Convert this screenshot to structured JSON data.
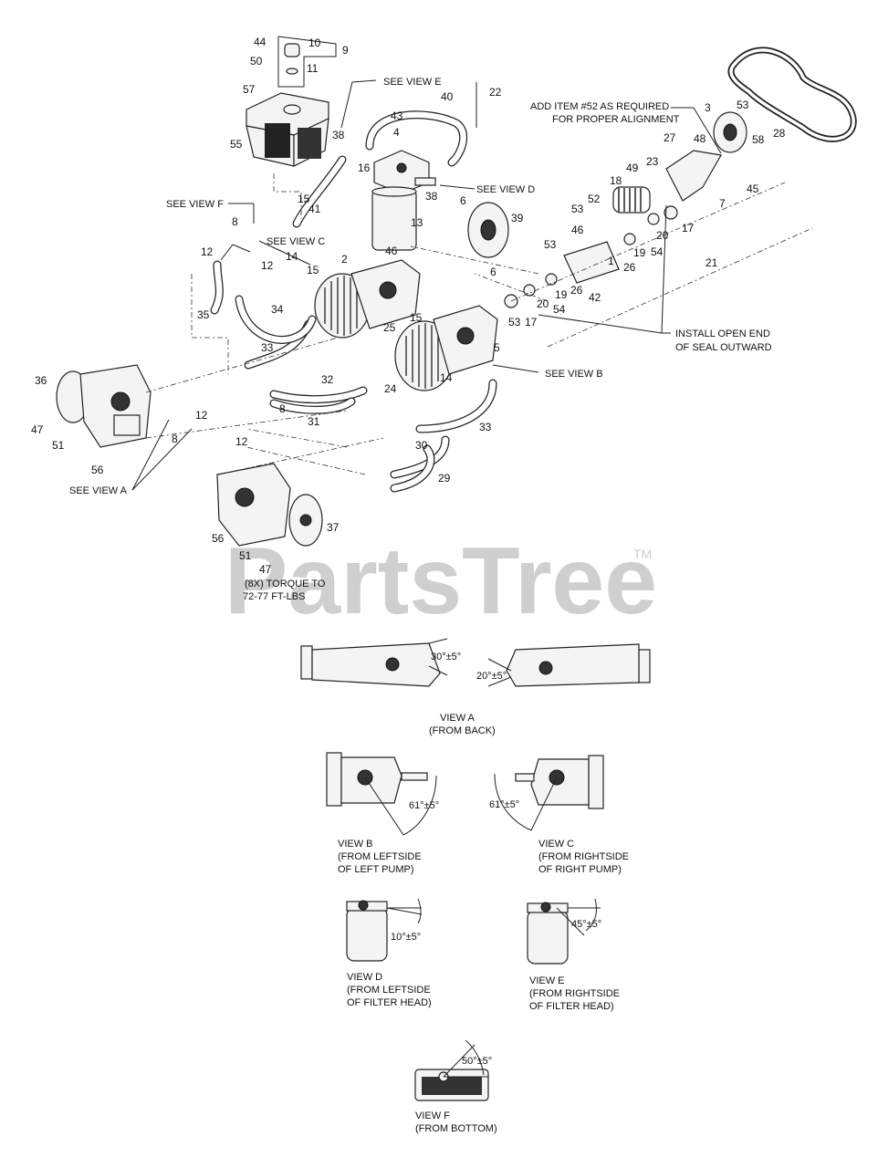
{
  "watermark": {
    "text": "PartsTree",
    "tm": "TM"
  },
  "callouts": [
    {
      "id": "c44",
      "label": "44"
    },
    {
      "id": "c10",
      "label": "10"
    },
    {
      "id": "c9",
      "label": "9"
    },
    {
      "id": "c50",
      "label": "50"
    },
    {
      "id": "c11",
      "label": "11"
    },
    {
      "id": "c57",
      "label": "57"
    },
    {
      "id": "c55",
      "label": "55"
    },
    {
      "id": "c15a",
      "label": "15"
    },
    {
      "id": "c41",
      "label": "41"
    },
    {
      "id": "c38a",
      "label": "38"
    },
    {
      "id": "c43",
      "label": "43"
    },
    {
      "id": "c4",
      "label": "4"
    },
    {
      "id": "c16",
      "label": "16"
    },
    {
      "id": "c40",
      "label": "40"
    },
    {
      "id": "c22",
      "label": "22"
    },
    {
      "id": "c38b",
      "label": "38"
    },
    {
      "id": "c13",
      "label": "13"
    },
    {
      "id": "c6a",
      "label": "6"
    },
    {
      "id": "c39",
      "label": "39"
    },
    {
      "id": "c6b",
      "label": "6"
    },
    {
      "id": "c8a",
      "label": "8"
    },
    {
      "id": "c12a",
      "label": "12"
    },
    {
      "id": "c12b",
      "label": "12"
    },
    {
      "id": "c14a",
      "label": "14"
    },
    {
      "id": "c15b",
      "label": "15"
    },
    {
      "id": "c2",
      "label": "2"
    },
    {
      "id": "c46a",
      "label": "46"
    },
    {
      "id": "c35",
      "label": "35"
    },
    {
      "id": "c34",
      "label": "34"
    },
    {
      "id": "c33a",
      "label": "33"
    },
    {
      "id": "c25",
      "label": "25"
    },
    {
      "id": "c15c",
      "label": "15"
    },
    {
      "id": "c5",
      "label": "5"
    },
    {
      "id": "c36",
      "label": "36"
    },
    {
      "id": "c32",
      "label": "32"
    },
    {
      "id": "c24",
      "label": "24"
    },
    {
      "id": "c14b",
      "label": "14"
    },
    {
      "id": "c12c",
      "label": "12"
    },
    {
      "id": "c47a",
      "label": "47"
    },
    {
      "id": "c8b",
      "label": "8"
    },
    {
      "id": "c51a",
      "label": "51"
    },
    {
      "id": "c56a",
      "label": "56"
    },
    {
      "id": "c12d",
      "label": "12"
    },
    {
      "id": "c8c",
      "label": "8"
    },
    {
      "id": "c31",
      "label": "31"
    },
    {
      "id": "c33b",
      "label": "33"
    },
    {
      "id": "c30",
      "label": "30"
    },
    {
      "id": "c29",
      "label": "29"
    },
    {
      "id": "c37",
      "label": "37"
    },
    {
      "id": "c56b",
      "label": "56"
    },
    {
      "id": "c51b",
      "label": "51"
    },
    {
      "id": "c47b",
      "label": "47"
    },
    {
      "id": "c3",
      "label": "3"
    },
    {
      "id": "c53a",
      "label": "53"
    },
    {
      "id": "c58",
      "label": "58"
    },
    {
      "id": "c28",
      "label": "28"
    },
    {
      "id": "c27",
      "label": "27"
    },
    {
      "id": "c48",
      "label": "48"
    },
    {
      "id": "c49",
      "label": "49"
    },
    {
      "id": "c23",
      "label": "23"
    },
    {
      "id": "c18",
      "label": "18"
    },
    {
      "id": "c45",
      "label": "45"
    },
    {
      "id": "c7",
      "label": "7"
    },
    {
      "id": "c52",
      "label": "52"
    },
    {
      "id": "c53b",
      "label": "53"
    },
    {
      "id": "c17a",
      "label": "17"
    },
    {
      "id": "c46b",
      "label": "46"
    },
    {
      "id": "c20a",
      "label": "20"
    },
    {
      "id": "c19a",
      "label": "19"
    },
    {
      "id": "c53c",
      "label": "53"
    },
    {
      "id": "c1",
      "label": "1"
    },
    {
      "id": "c26a",
      "label": "26"
    },
    {
      "id": "c54a",
      "label": "54"
    },
    {
      "id": "c21",
      "label": "21"
    },
    {
      "id": "c19b",
      "label": "19"
    },
    {
      "id": "c26b",
      "label": "26"
    },
    {
      "id": "c42",
      "label": "42"
    },
    {
      "id": "c20b",
      "label": "20"
    },
    {
      "id": "c54b",
      "label": "54"
    },
    {
      "id": "c53d",
      "label": "53"
    },
    {
      "id": "c17b",
      "label": "17"
    }
  ],
  "notes": {
    "see_view_e": "SEE VIEW E",
    "see_view_d": "SEE VIEW D",
    "see_view_f": "SEE VIEW F",
    "see_view_c": "SEE VIEW C",
    "see_view_b": "SEE VIEW B",
    "see_view_a": "SEE VIEW A",
    "add_item_line1": "ADD ITEM #52 AS REQUIRED",
    "add_item_line2": "FOR PROPER ALIGNMENT",
    "install_line1": "INSTALL OPEN END",
    "install_line2": "OF SEAL OUTWARD",
    "torque_line1": "(8X) TORQUE TO",
    "torque_line2": "72-77 FT-LBS"
  },
  "views": {
    "a": {
      "angle_left": "30°±5°",
      "angle_right": "20°±5°",
      "title": "VIEW A",
      "sub": "(FROM BACK)"
    },
    "b": {
      "angle": "61°±5°",
      "title": "VIEW B",
      "sub1": "(FROM LEFTSIDE",
      "sub2": "OF LEFT PUMP)"
    },
    "c": {
      "angle": "61°±5°",
      "title": "VIEW C",
      "sub1": "(FROM RIGHTSIDE",
      "sub2": "OF RIGHT PUMP)"
    },
    "d": {
      "angle": "10°±5°",
      "title": "VIEW D",
      "sub1": "(FROM LEFTSIDE",
      "sub2": "OF FILTER HEAD)"
    },
    "e": {
      "angle": "45°±5°",
      "title": "VIEW E",
      "sub1": "(FROM RIGHTSIDE",
      "sub2": "OF FILTER HEAD)"
    },
    "f": {
      "angle": "50°±5°",
      "title": "VIEW F",
      "sub": "(FROM BOTTOM)"
    }
  }
}
